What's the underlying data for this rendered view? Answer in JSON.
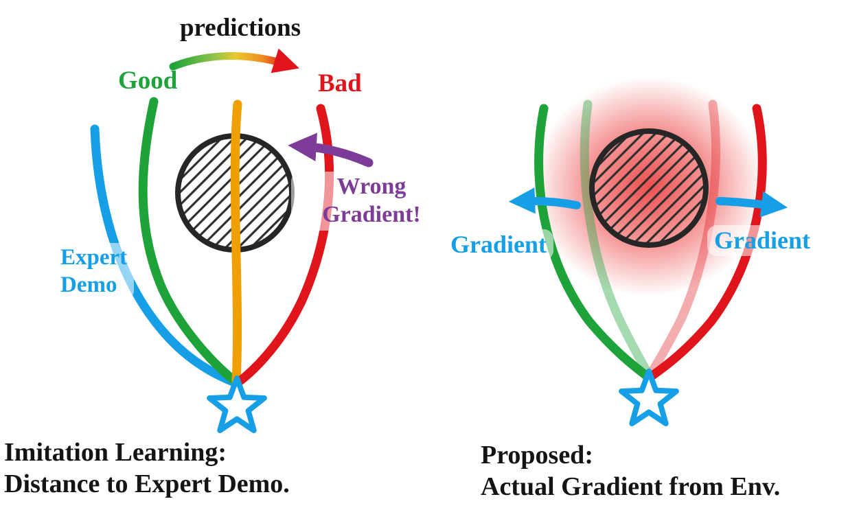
{
  "figure": {
    "left_panel": {
      "predictions_label": "predictions",
      "good_label": "Good",
      "bad_label": "Bad",
      "wrong_gradient_label": {
        "line1": "Wrong",
        "line2": "Gradient!"
      },
      "expert_demo_label": {
        "line1": "Expert",
        "line2": "Demo"
      },
      "caption": {
        "line1": "Imitation Learning:",
        "line2": "Distance to Expert Demo."
      }
    },
    "right_panel": {
      "gradient_left_label": "Gradient",
      "gradient_right_label": "Gradient",
      "caption": {
        "line1": "Proposed:",
        "line2": "Actual Gradient from Env."
      }
    },
    "colors": {
      "good_green": "#1ea23a",
      "bad_red": "#e0141b",
      "expert_blue": "#169fe6",
      "prediction_orange": "#f09f00",
      "wrong_purple": "#7d3c98",
      "text_black": "#141414",
      "obstacle_outline": "#262626",
      "danger_glow": "#e81c1c"
    },
    "icons": {
      "obstacle_left": "hatched-circle-icon",
      "obstacle_right": "hatched-circle-danger-icon",
      "start_marker": "star-icon",
      "wrong_gradient_arrow": "arrow-left-icon",
      "gradient_left_arrow": "arrow-left-icon",
      "gradient_right_arrow": "arrow-right-icon",
      "predictions_arrow": "gradient-arrow-icon"
    }
  }
}
